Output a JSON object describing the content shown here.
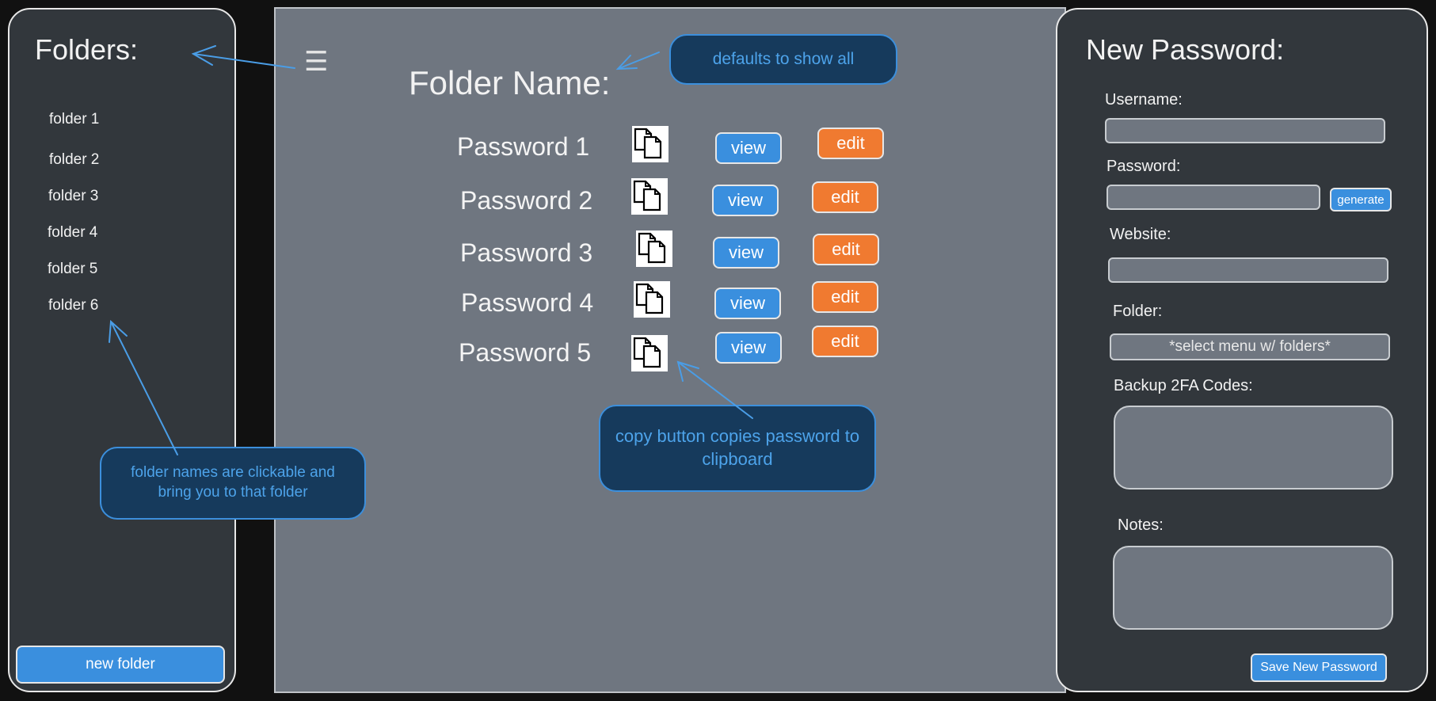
{
  "sidebar": {
    "title": "Folders:",
    "folders": [
      "folder 1",
      "folder 2",
      "folder 3",
      "folder 4",
      "folder 5",
      "folder 6"
    ],
    "new_folder_label": "new folder"
  },
  "main": {
    "menu_icon": "menu-icon",
    "folder_title": "Folder Name:",
    "passwords": [
      {
        "name": "Password 1",
        "view": "view",
        "edit": "edit"
      },
      {
        "name": "Password 2",
        "view": "view",
        "edit": "edit"
      },
      {
        "name": "Password 3",
        "view": "view",
        "edit": "edit"
      },
      {
        "name": "Password 4",
        "view": "view",
        "edit": "edit"
      },
      {
        "name": "Password 5",
        "view": "view",
        "edit": "edit"
      }
    ],
    "copy_icon": "copy-icon"
  },
  "annotations": {
    "defaults_note": "defaults to show all",
    "copy_note": "copy button copies password to clipboard",
    "folders_note": "folder names are clickable and bring you to that folder"
  },
  "form": {
    "title": "New Password:",
    "username_label": "Username:",
    "password_label": "Password:",
    "generate_label": "generate",
    "website_label": "Website:",
    "folder_label": "Folder:",
    "folder_select_value": "*select menu w/ folders*",
    "backup_label": "Backup 2FA Codes:",
    "notes_label": "Notes:",
    "save_label": "Save New Password"
  },
  "colors": {
    "panel_dark": "#32373c",
    "main_bg": "#6f7680",
    "accent_blue": "#3a8fde",
    "accent_orange": "#f07a30",
    "note_bg": "#163a5c",
    "note_text": "#4da3ea"
  }
}
